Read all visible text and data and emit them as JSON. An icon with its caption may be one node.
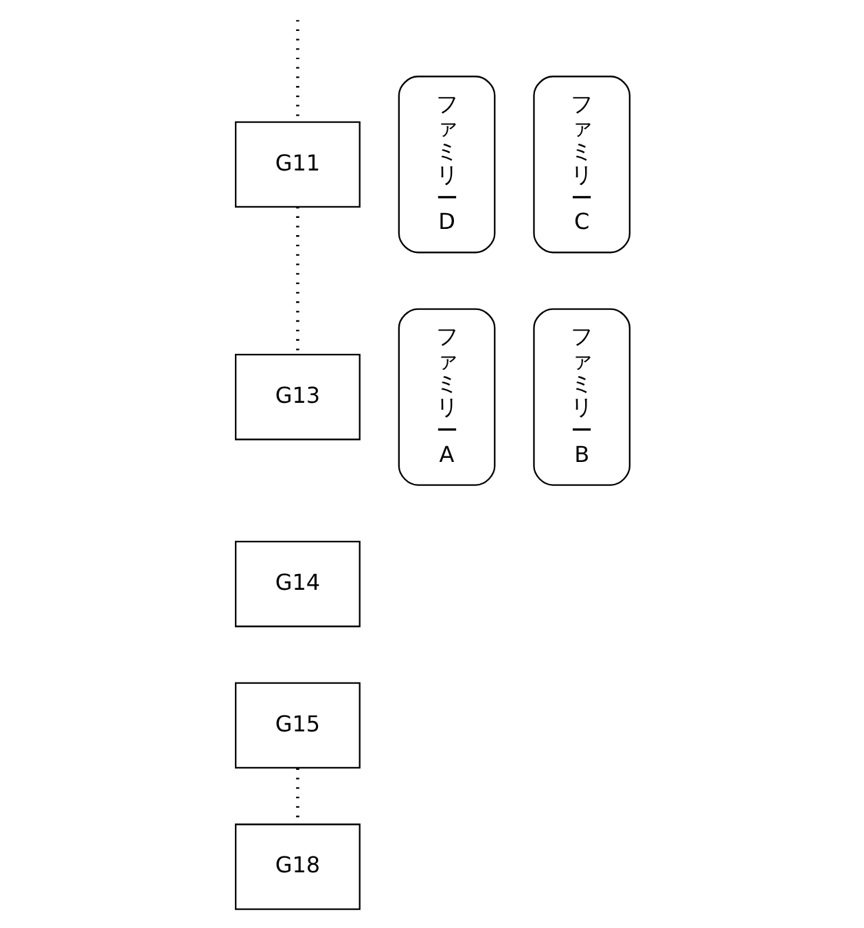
{
  "diagram": {
    "nodes": [
      {
        "text": [
          "G11"
        ]
      },
      {
        "text": [
          "G13"
        ]
      },
      {
        "text": [
          "G14"
        ]
      },
      {
        "text": [
          "G15"
        ]
      },
      {
        "text": [
          "G18"
        ]
      },
      {
        "text": [
          "ファミリーA"
        ]
      },
      {
        "text": [
          "ファミリーB"
        ]
      },
      {
        "text": [
          "ファミリーC"
        ]
      },
      {
        "text": [
          "ファミリーD"
        ]
      }
    ],
    "edges": [
      {
        "from": null,
        "to": 0,
        "arrow": "none"
      },
      {
        "from": 0,
        "to": 1,
        "arrow": "none"
      },
      {
        "from": 3,
        "to": 4,
        "arrow": "none"
      }
    ]
  }
}
